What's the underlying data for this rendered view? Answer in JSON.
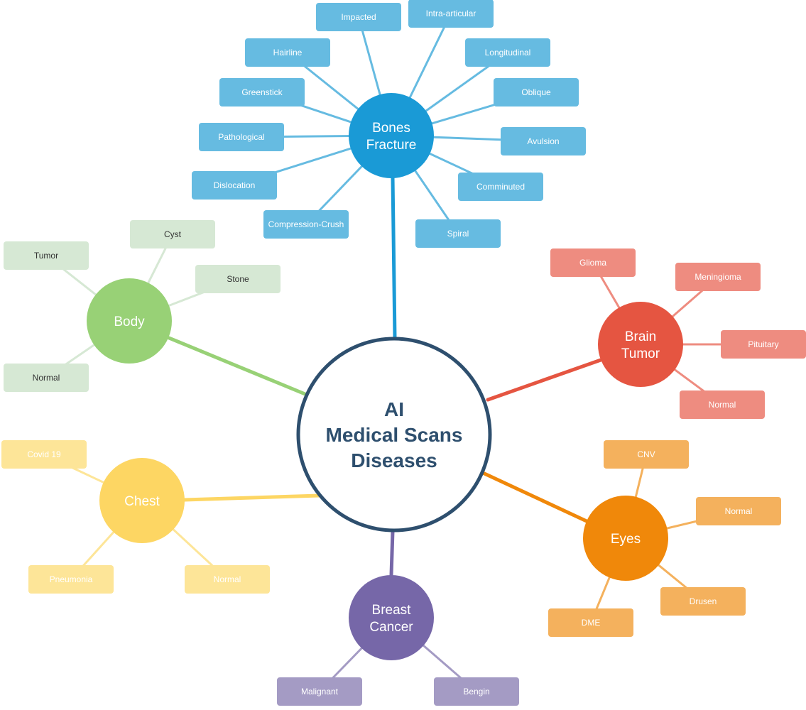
{
  "center": {
    "lines": [
      "AI",
      "Medical Scans",
      "Diseases"
    ],
    "color": "#2e4f6e"
  },
  "categories": [
    {
      "id": "bones-fracture",
      "lines": [
        "Bones",
        "Fracture"
      ],
      "color": "#1a9ad6",
      "leaf_color": "#66bbe1",
      "leaf_text_color": "#ffffff",
      "leaves": [
        "Impacted",
        "Intra-articular",
        "Longitudinal",
        "Oblique",
        "Avulsion",
        "Comminuted",
        "Spiral",
        "Compression-Crush",
        "Dislocation",
        "Pathological",
        "Greenstick",
        "Hairline"
      ]
    },
    {
      "id": "brain-tumor",
      "lines": [
        "Brain",
        "Tumor"
      ],
      "color": "#e55541",
      "leaf_color": "#ee8c80",
      "leaf_text_color": "#ffffff",
      "leaves": [
        "Glioma",
        "Meningioma",
        "Pituitary",
        "Normal"
      ]
    },
    {
      "id": "eyes",
      "lines": [
        "Eyes"
      ],
      "color": "#f0880a",
      "leaf_color": "#f4b15d",
      "leaf_text_color": "#ffffff",
      "leaves": [
        "CNV",
        "Normal",
        "Drusen",
        "DME"
      ]
    },
    {
      "id": "breast-cancer",
      "lines": [
        "Breast",
        "Cancer"
      ],
      "color": "#7667a8",
      "leaf_color": "#a49bc4",
      "leaf_text_color": "#ffffff",
      "leaves": [
        "Malignant",
        "Bengin"
      ]
    },
    {
      "id": "chest",
      "lines": [
        "Chest"
      ],
      "color": "#fdd663",
      "leaf_color": "#fde598",
      "leaf_text_color": "#ffffff",
      "leaves": [
        "Covid 19",
        "Pneumonia",
        "Normal"
      ]
    },
    {
      "id": "body",
      "lines": [
        "Body"
      ],
      "color": "#98d176",
      "leaf_color": "#d6e8d4",
      "leaf_text_color": "#333333",
      "leaves": [
        "Tumor",
        "Cyst",
        "Stone",
        "Normal"
      ]
    }
  ]
}
